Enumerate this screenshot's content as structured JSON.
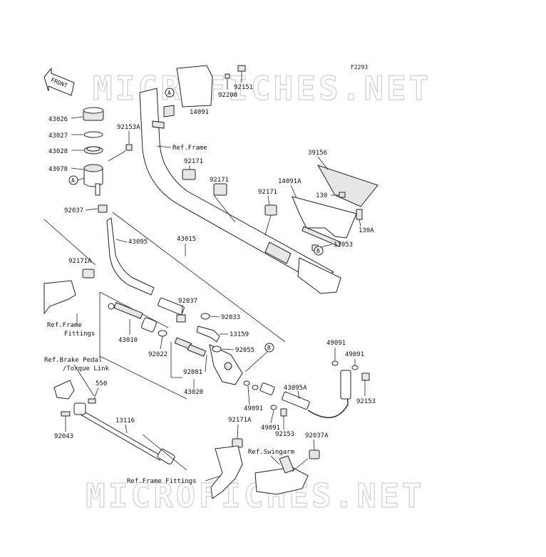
{
  "figure_code": "F2293",
  "watermark": "MICROFICHES.NET",
  "front_label": "FRONT",
  "refs": {
    "frame": "Ref.Frame",
    "frame_fittings_1": "Ref.Frame",
    "frame_fittings_2": "Fittings",
    "brake_pedal_1": "Ref.Brake Pedal",
    "brake_pedal_2": "/Torque Link",
    "swingarm": "Ref.Swingarm",
    "frame_fittings_bottom": "Ref.Frame Fittings"
  },
  "callouts": {
    "a": "A",
    "b": "B"
  },
  "parts": {
    "p43026": "43026",
    "p43027": "43027",
    "p43028": "43028",
    "p43078": "43078",
    "p92153a": "92153A",
    "p92037_top": "92037",
    "p43095": "43095",
    "p43015": "43015",
    "p92171a_left": "92171A",
    "p14091": "14091",
    "p92200": "92200",
    "p92151": "92151",
    "p92171_1": "92171",
    "p92171_2": "92171",
    "p92171_3": "92171",
    "p39156": "39156",
    "p14091a": "14091A",
    "p130": "130",
    "p130a": "130A",
    "p11053": "11053",
    "p92037_mid": "92037",
    "p92033": "92033",
    "p13159": "13159",
    "p92055": "92055",
    "p43010": "43010",
    "p92022": "92022",
    "p92081": "92081",
    "p43020": "43020",
    "p550": "550",
    "p92043": "92043",
    "p13116": "13116",
    "p49091_a": "49091",
    "p49091_b": "49091",
    "p49091_c": "49091",
    "p49091_d": "49091",
    "p43095a": "43095A",
    "p92153_a": "92153",
    "p92153_b": "92153",
    "p92171a_bottom": "92171A",
    "p92037a": "92037A"
  }
}
